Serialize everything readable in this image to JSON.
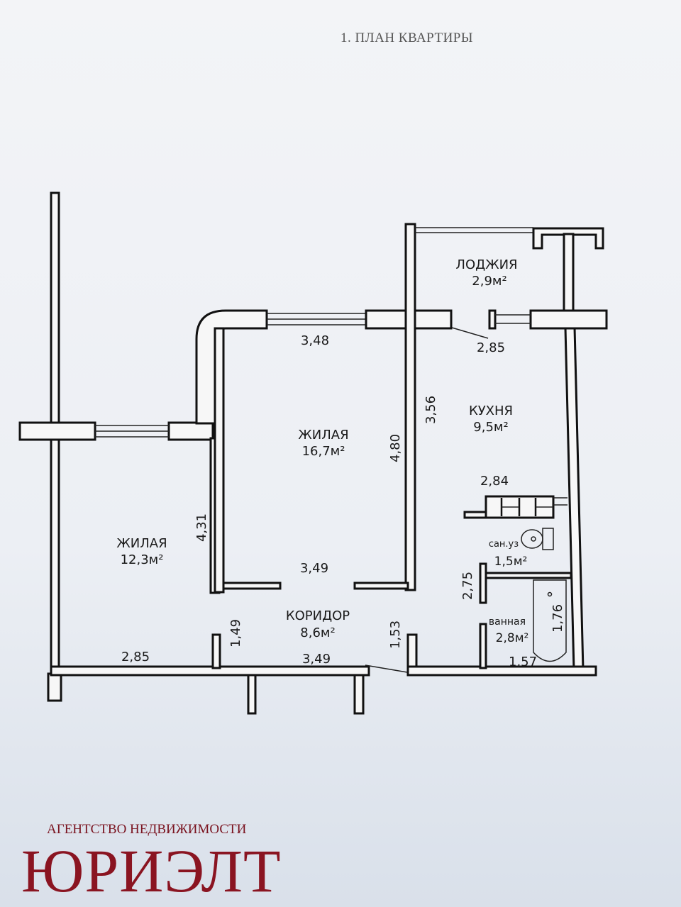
{
  "title": "1. ПЛАН КВАРТИРЫ",
  "rooms": [
    {
      "name": "ЛОДЖИЯ",
      "area": "2,9м²"
    },
    {
      "name": "КУХНЯ",
      "area": "9,5м²"
    },
    {
      "name": "ЖИЛАЯ",
      "area": "16,7м²"
    },
    {
      "name": "ЖИЛАЯ",
      "area": "12,3м²"
    },
    {
      "name": "КОРИДОР",
      "area": "8,6м²"
    },
    {
      "name": "сан.уз",
      "area": "1,5м²"
    },
    {
      "name": "ванная",
      "area": "2,8м²"
    }
  ],
  "dimensions": {
    "d348": "3,48",
    "d285top": "2,85",
    "d356": "3,56",
    "d480": "4,80",
    "d284": "2,84",
    "d431": "4,31",
    "d349a": "3,49",
    "d149": "1,49",
    "d153": "1,53",
    "d285bot": "2,85",
    "d349b": "3,49",
    "d275": "2,75",
    "d176": "1,76",
    "d157": "1,57"
  },
  "watermark": {
    "agency": "АГЕНТСТВО НЕДВИЖИМОСТИ",
    "brand": "ЮРИЭЛТ",
    "color": "#8a1421"
  }
}
